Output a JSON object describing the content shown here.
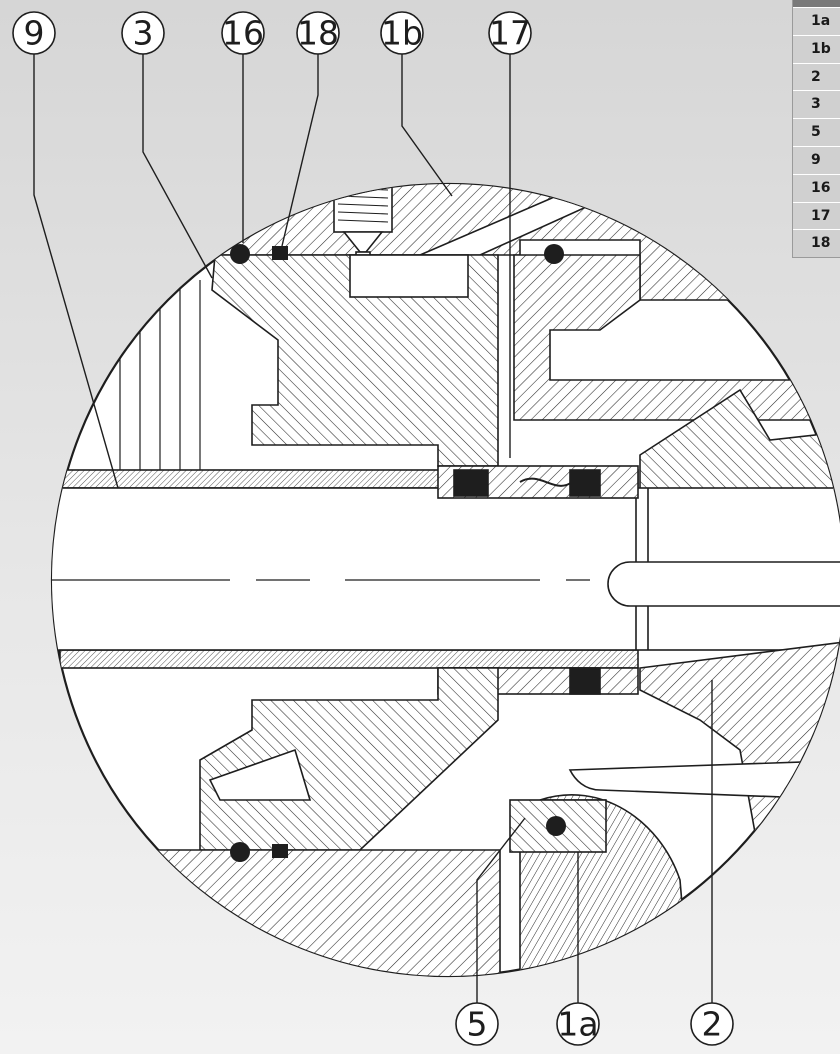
{
  "callouts": [
    {
      "id": "c9",
      "label": "9"
    },
    {
      "id": "c3",
      "label": "3"
    },
    {
      "id": "c16",
      "label": "16"
    },
    {
      "id": "c18",
      "label": "18"
    },
    {
      "id": "c1b",
      "label": "1b"
    },
    {
      "id": "c17",
      "label": "17"
    },
    {
      "id": "c5",
      "label": "5"
    },
    {
      "id": "c1a",
      "label": "1a"
    },
    {
      "id": "c2",
      "label": "2"
    }
  ],
  "parts_table": {
    "rows": [
      "1a",
      "1b",
      "2",
      "3",
      "5",
      "9",
      "16",
      "17",
      "18"
    ]
  },
  "colors": {
    "line": "#1e1e1e",
    "hatch": "#2a2a2a",
    "background_top": "#d6d6d6",
    "background_bottom": "#f2f2f2",
    "table_header": "#7a7a7a",
    "table_body": "#d0d0d0"
  }
}
